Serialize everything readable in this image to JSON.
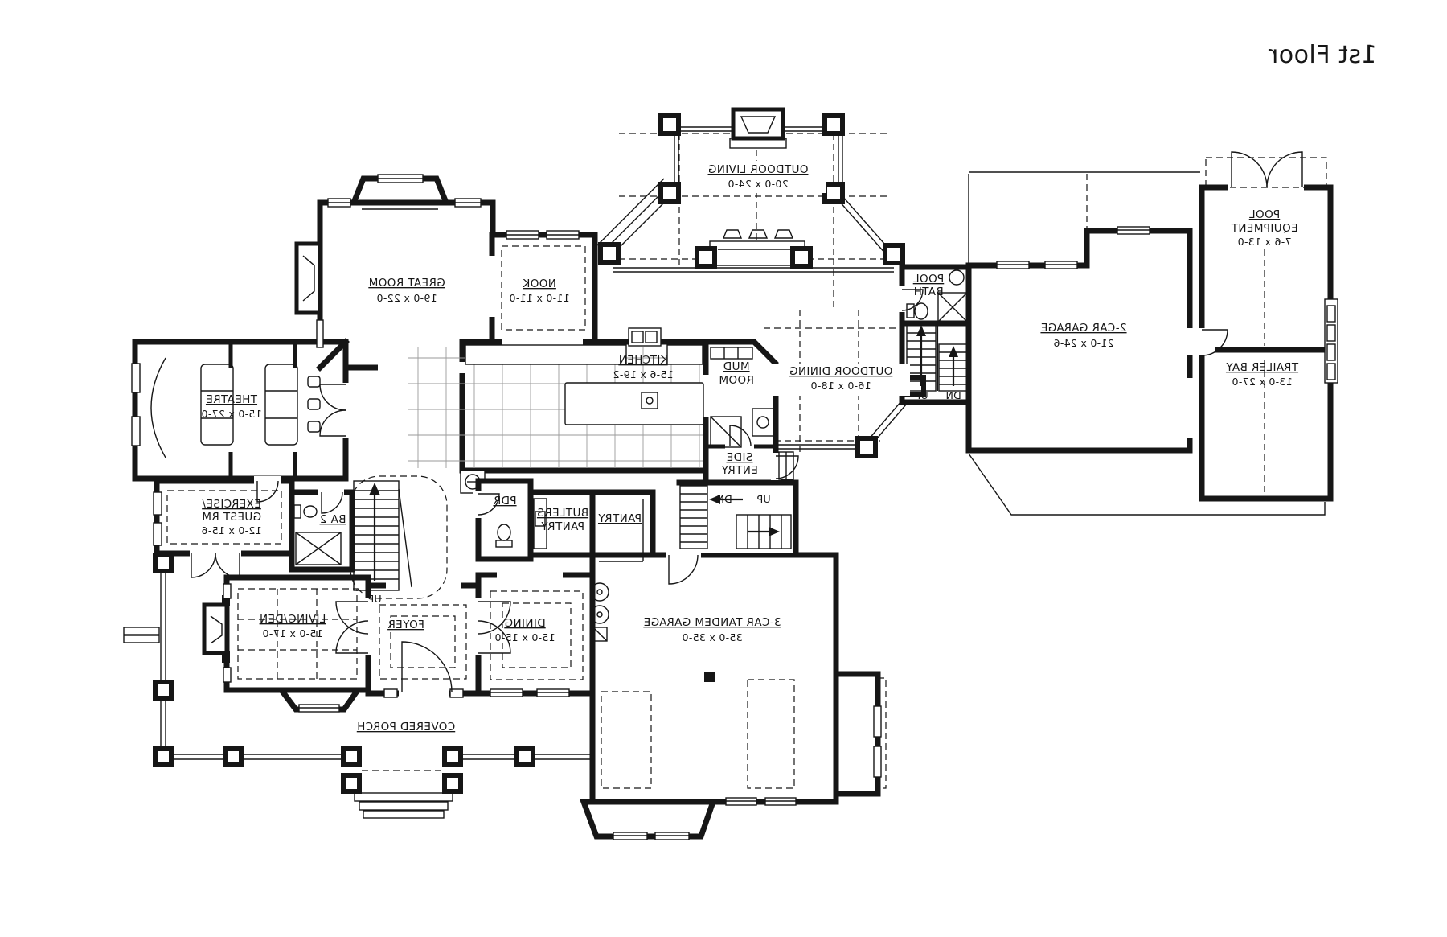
{
  "title": "1st Floor",
  "rooms": {
    "great_room": {
      "name": "GREAT ROOM",
      "dims": "19-0 x 22-0"
    },
    "nook": {
      "name": "NOOK",
      "dims": "11-0 x 11-0"
    },
    "outdoor_living": {
      "name": "OUTDOOR LIVING",
      "dims": "20-0 x 24-0"
    },
    "kitchen": {
      "name": "KITCHEN",
      "dims": "15-6 x 19-2"
    },
    "mud_room": {
      "line1": "MUD",
      "line2": "ROOM"
    },
    "outdoor_dining": {
      "name": "OUTDOOR DINING",
      "dims": "16-0 x 18-0"
    },
    "pool_bath": {
      "line1": "POOL",
      "line2": "BATH"
    },
    "two_car_garage": {
      "name": "2-CAR GARAGE",
      "dims": "21-0 x 24-6"
    },
    "pool_equipment": {
      "line1": "POOL",
      "line2": "EQUIPMENT",
      "dims": "7-6 x 13-0"
    },
    "trailer_bay": {
      "name": "TRAILER BAY",
      "dims": "13-0 x 27-0"
    },
    "theatre": {
      "name": "THEATRE",
      "dims": "15-0 x 27-0"
    },
    "side_entry": {
      "line1": "SIDE",
      "line2": "ENTRY"
    },
    "exercise_guest": {
      "line1": "EXERCISE/",
      "line2": "GUEST RM",
      "dims": "12-0 x 15-6"
    },
    "ba2": {
      "name": "BA 2"
    },
    "pdr": {
      "name": "PDR"
    },
    "butlers_pantry": {
      "line1": "BUTLERS",
      "line2": "PANTRY"
    },
    "pantry": {
      "name": "PANTRY"
    },
    "living_den": {
      "name": "LIVING/DEN",
      "dims": "15-0 x 17-0"
    },
    "foyer": {
      "name": "FOYER"
    },
    "dining": {
      "name": "DINING",
      "dims": "15-0 x 15-0"
    },
    "tandem_garage": {
      "name": "3-CAR TANDEM GARAGE",
      "dims": "35-0 x 35-0"
    },
    "covered_porch": {
      "name": "COVERED PORCH"
    }
  },
  "stairs": {
    "up": "UP",
    "dn": "DN"
  },
  "colors": {
    "ink": "#161616",
    "background": "#ffffff"
  }
}
